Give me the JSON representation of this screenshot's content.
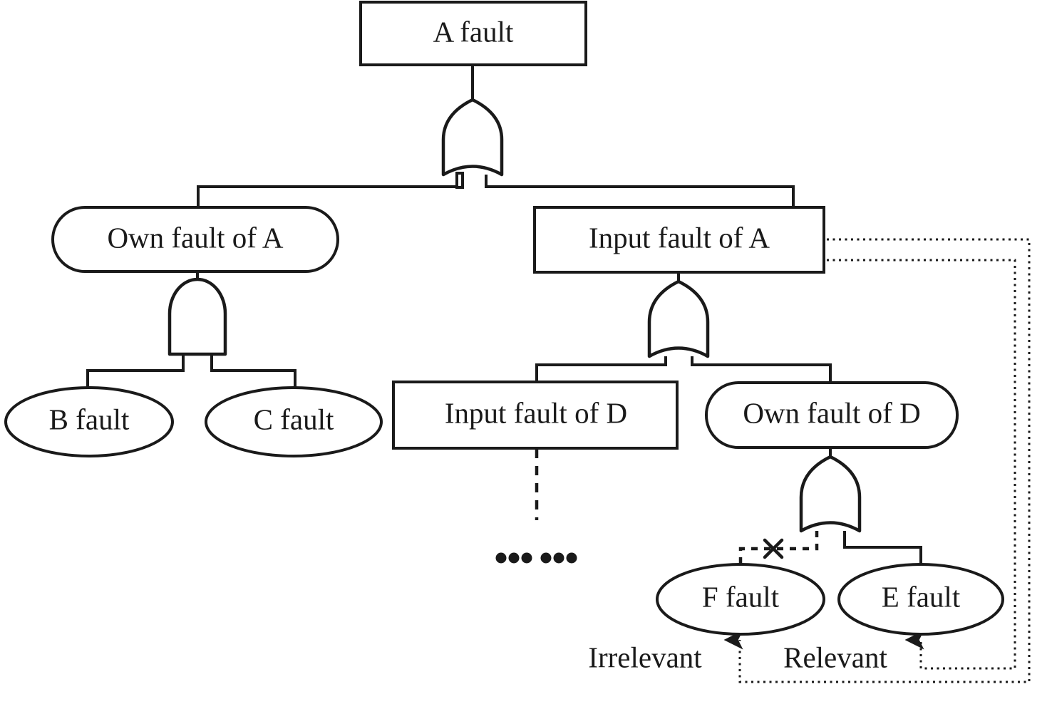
{
  "diagram": {
    "type": "fault-tree",
    "title_text": "",
    "colors": {
      "stroke": "#1a1a1a",
      "fill": "#ffffff",
      "background": "#ffffff"
    },
    "nodes": [
      {
        "id": "a-fault",
        "label": "A fault",
        "shape": "rectangle"
      },
      {
        "id": "own-fault-of-a",
        "label": "Own fault of A",
        "shape": "stadium"
      },
      {
        "id": "input-fault-of-a",
        "label": "Input fault of A",
        "shape": "rectangle"
      },
      {
        "id": "b-fault",
        "label": "B fault",
        "shape": "ellipse"
      },
      {
        "id": "c-fault",
        "label": "C fault",
        "shape": "ellipse"
      },
      {
        "id": "input-fault-of-d",
        "label": "Input fault of D",
        "shape": "rectangle"
      },
      {
        "id": "own-fault-of-d",
        "label": "Own fault of D",
        "shape": "stadium"
      },
      {
        "id": "f-fault",
        "label": "F fault",
        "shape": "ellipse"
      },
      {
        "id": "e-fault",
        "label": "E fault",
        "shape": "ellipse"
      }
    ],
    "gates": [
      {
        "id": "gate-or-a",
        "type": "OR",
        "parent": "a-fault",
        "children": [
          "own-fault-of-a",
          "input-fault-of-a"
        ]
      },
      {
        "id": "gate-and-own-a",
        "type": "AND",
        "parent": "own-fault-of-a",
        "children": [
          "b-fault",
          "c-fault"
        ]
      },
      {
        "id": "gate-or-input-a",
        "type": "OR",
        "parent": "input-fault-of-a",
        "children": [
          "input-fault-of-d",
          "own-fault-of-d"
        ]
      },
      {
        "id": "gate-or-own-d",
        "type": "OR",
        "parent": "own-fault-of-d",
        "children": [
          "f-fault",
          "e-fault"
        ]
      }
    ],
    "annotations": {
      "irrelevant_label": "Irrelevant",
      "relevant_label": "Relevant",
      "continuation_ellipsis": "… …",
      "cut_mark": "×"
    },
    "feedback_edges": [
      {
        "id": "feedback-irrelevant",
        "from": "f-fault",
        "to": "input-fault-of-a",
        "style": "dotted",
        "label": "Irrelevant"
      },
      {
        "id": "feedback-relevant",
        "from": "e-fault",
        "to": "input-fault-of-a",
        "style": "dotted",
        "label": "Relevant"
      }
    ]
  }
}
